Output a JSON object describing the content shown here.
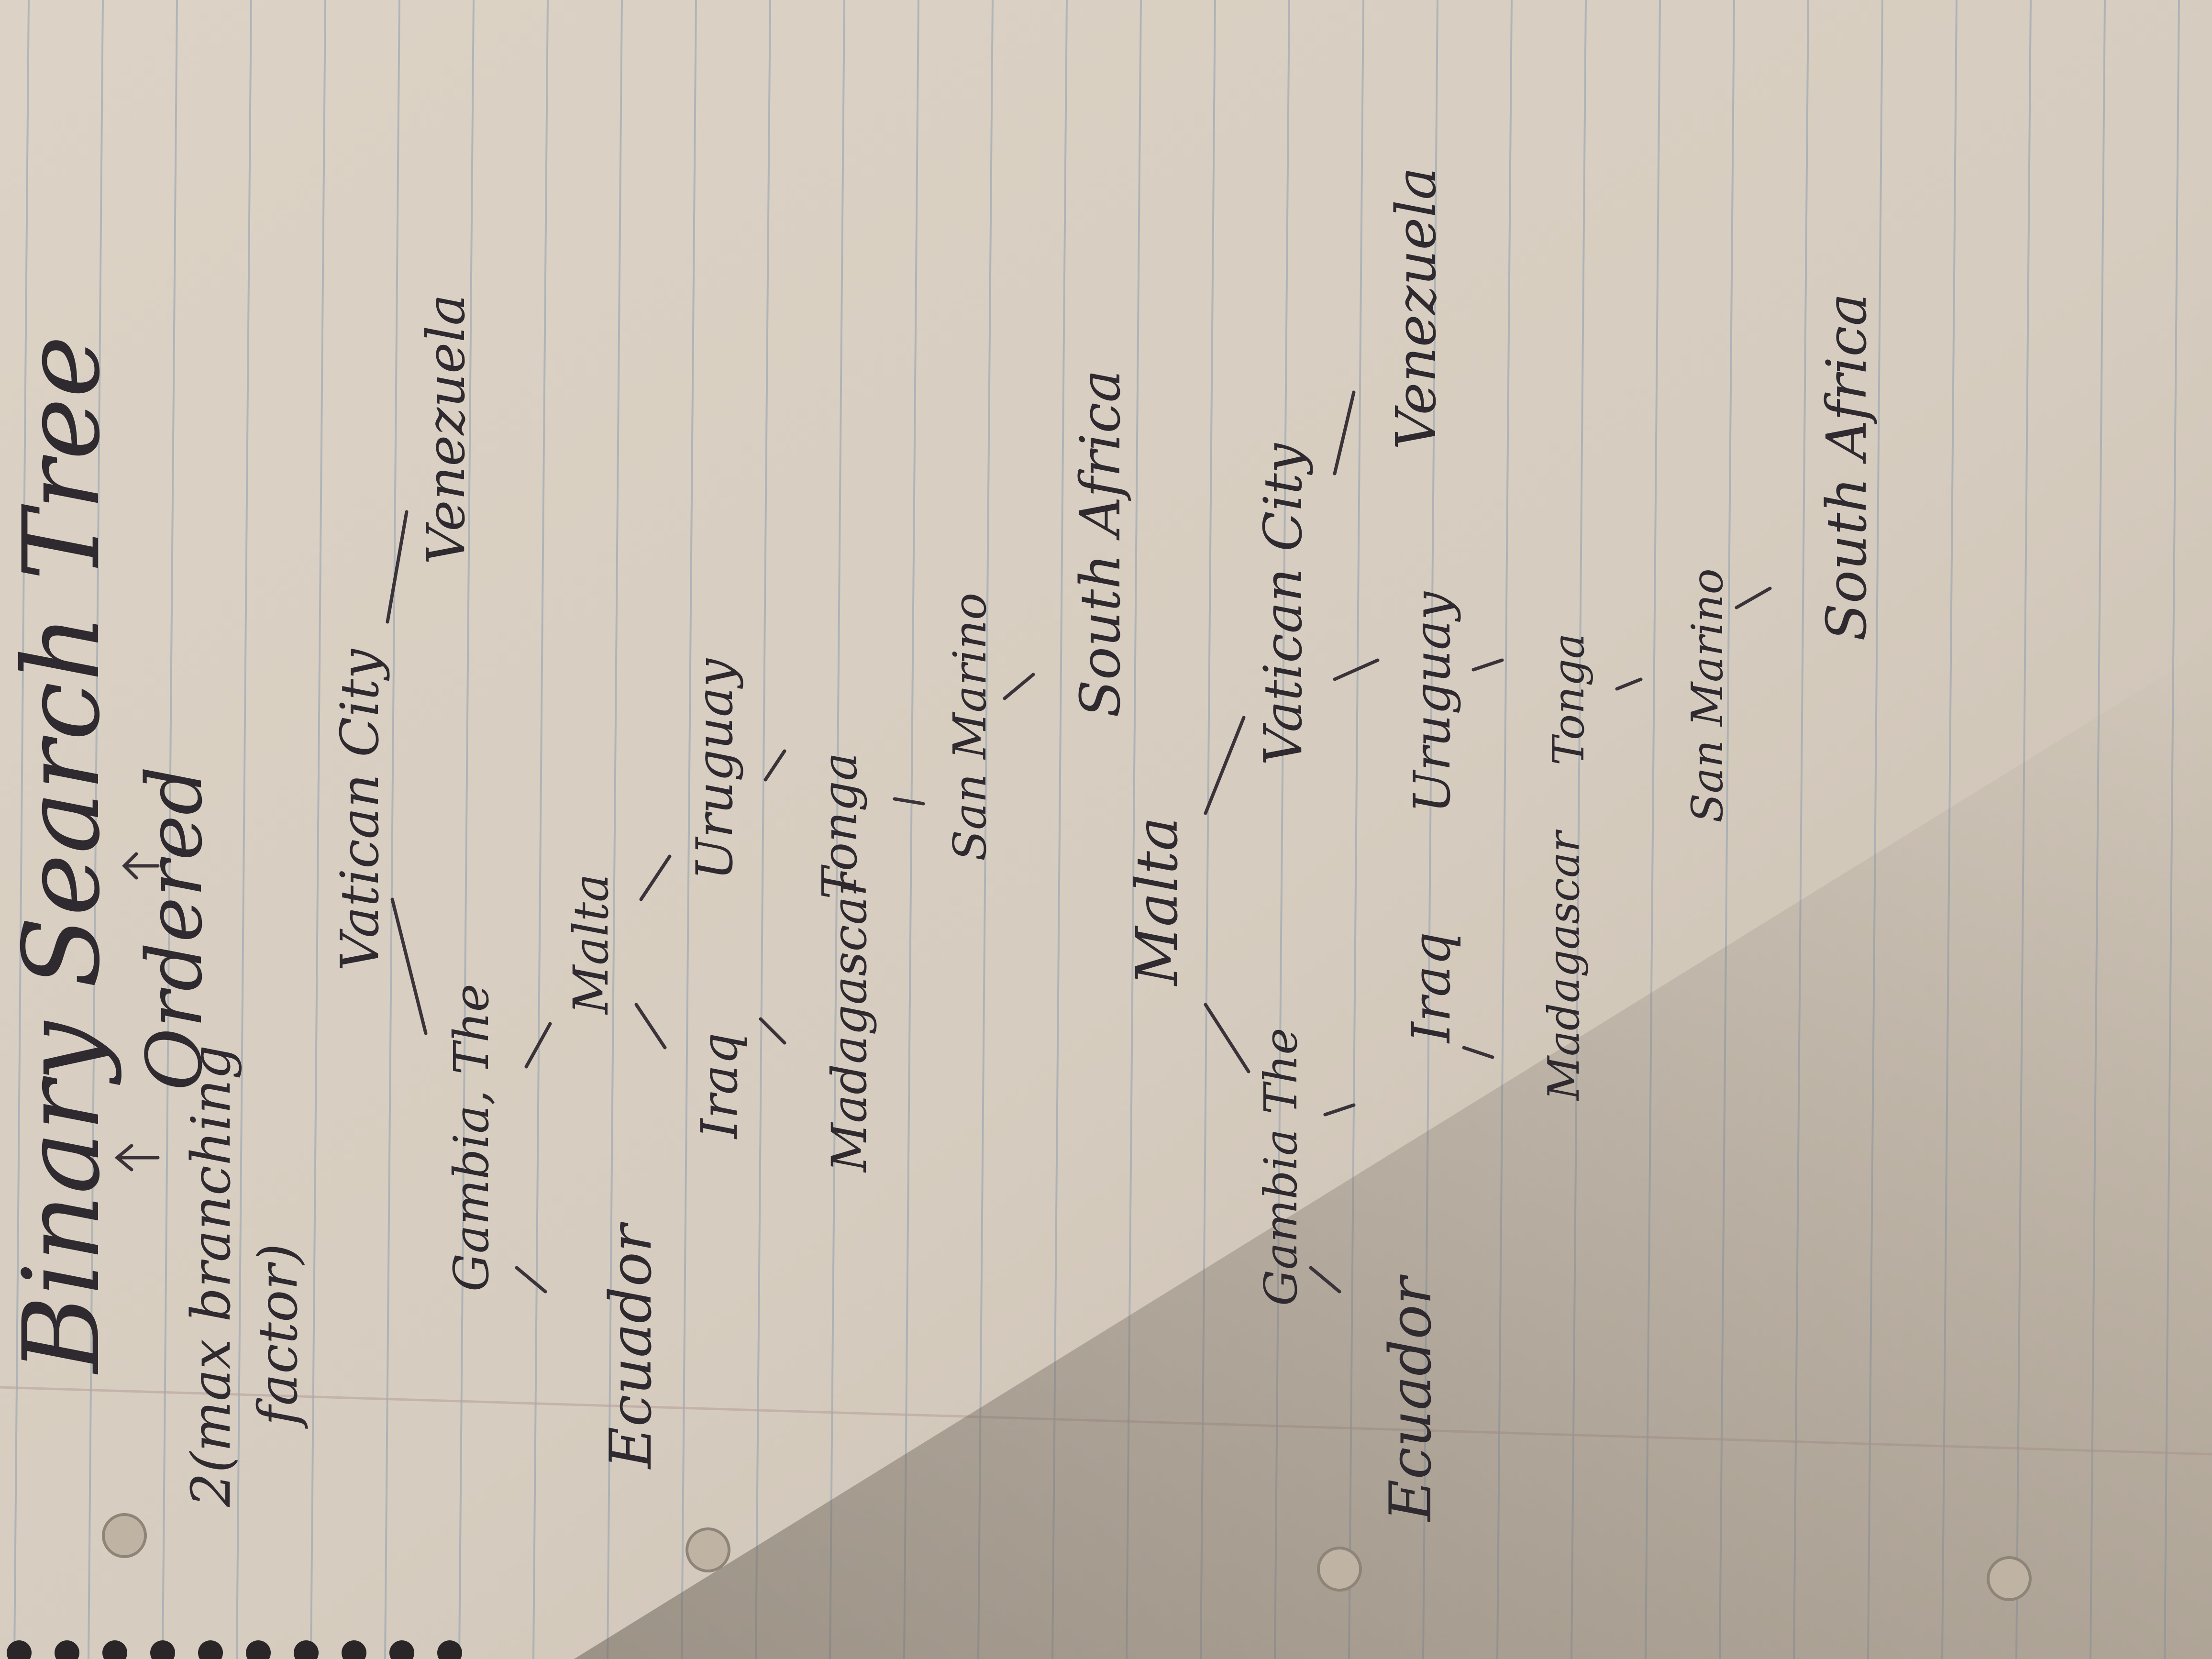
{
  "colors": {
    "paper": "#dcd3c6",
    "ink": "#2e2a30",
    "rule": "#8f9fb0",
    "margin": "#b9a39e",
    "shadow": "#8f8478"
  },
  "title": "Binary Search Tree",
  "note_binary": "2(max branching factor)",
  "note_binary_line1": "2(max branching",
  "note_binary_line2": "factor)",
  "note_search": "Ordered",
  "tree1": {
    "root": "Vatican City",
    "l1_left": "Gambia, The",
    "l1_right": "Venezuela",
    "l2_a": "Ecuador",
    "l2_b": "Malta",
    "l3_a": "Iraq",
    "l3_b": "Uruguay",
    "l4_a": "Madagascar",
    "l4_b": "Tonga",
    "l5": "San Marino",
    "l6": "South Africa"
  },
  "tree2": {
    "root": "Malta",
    "l1_left": "Gambia The",
    "l1_right": "Vatican City",
    "l2_a": "Ecuador",
    "l2_b": "Iraq",
    "l2_c": "Uruguay",
    "l2_d": "Venezuela",
    "l3_a": "Madagascar",
    "l3_b": "Tonga",
    "l4": "San Marino",
    "l5": "South Africa"
  }
}
